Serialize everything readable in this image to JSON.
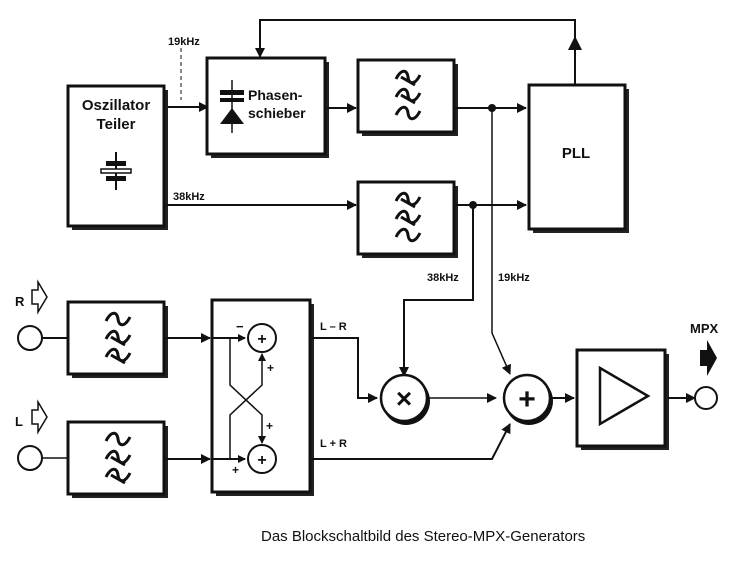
{
  "diagram": {
    "caption": "Das Blockschaltbild des Stereo-MPX-Generators",
    "blocks": {
      "oscillator": {
        "line1": "Oszillator",
        "line2": "Teiler",
        "icon": "crystal-icon"
      },
      "phase_shifter": {
        "line1": "Phasen-",
        "line2": "schieber",
        "icon": "varactor-diode-icon"
      },
      "filter_19k": {
        "icon": "bandpass-filter-icon"
      },
      "filter_38k": {
        "icon": "bandpass-filter-icon"
      },
      "pll": {
        "label": "PLL"
      },
      "filter_r": {
        "icon": "lowpass-filter-icon"
      },
      "filter_l": {
        "icon": "lowpass-filter-icon"
      },
      "matrix": {
        "top_sign_in": "−",
        "top_sign_cross": "+",
        "bottom_sign_cross": "+",
        "bottom_sign_in": "+"
      },
      "multiplier": {
        "symbol": "×"
      },
      "summer": {
        "symbol": "+"
      },
      "amplifier": {
        "icon": "amplifier-triangle-icon"
      }
    },
    "labels": {
      "freq_19k_top": "19kHz",
      "freq_38k_osc": "38kHz",
      "freq_38k_down": "38kHz",
      "freq_19k_down": "19kHz",
      "input_r": "R",
      "input_l": "L",
      "l_minus_r": "L – R",
      "l_plus_r": "L + R",
      "output": "MPX"
    }
  }
}
